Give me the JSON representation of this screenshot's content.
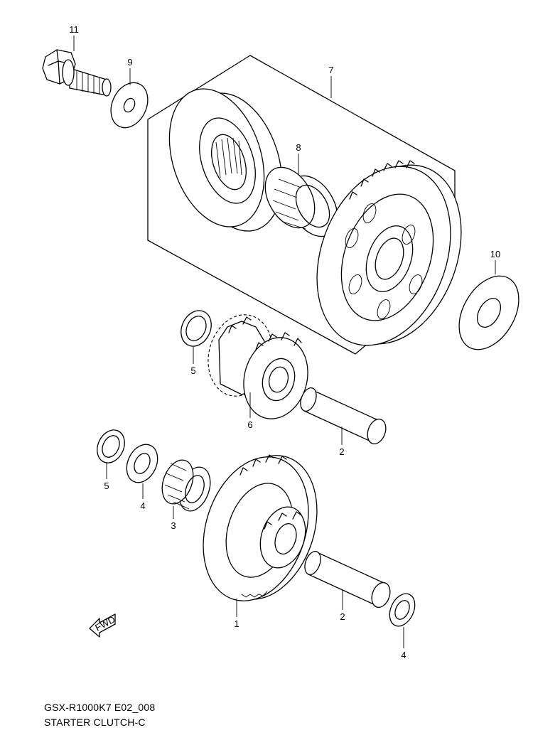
{
  "diagram": {
    "model_code": "GSX-R1000K7 E02_008",
    "title": "STARTER CLUTCH-C",
    "fwd_label": "FWD",
    "callouts": {
      "p1": "1",
      "p2a": "2",
      "p2b": "2",
      "p3": "3",
      "p4a": "4",
      "p4b": "4",
      "p5a": "5",
      "p5b": "5",
      "p6": "6",
      "p7": "7",
      "p8": "8",
      "p9": "9",
      "p10": "10",
      "p11": "11"
    }
  }
}
